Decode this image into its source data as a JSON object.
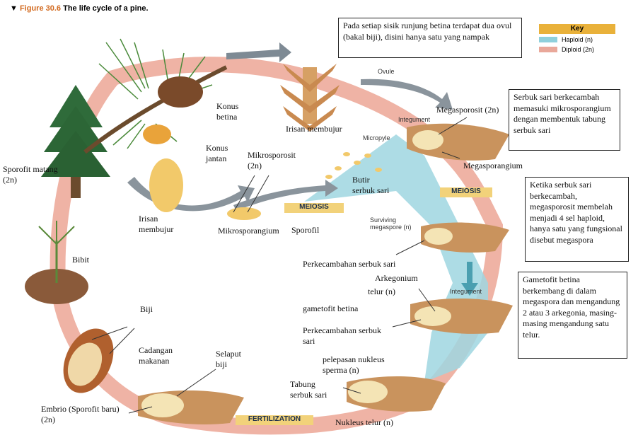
{
  "figure_title": {
    "number": "Figure 30.6",
    "text": "The life cycle of a pine."
  },
  "key": {
    "title": "Key",
    "haploid": "Haploid (n)",
    "diploid": "Diploid (2n)",
    "haploid_color": "#8fd0dc",
    "diploid_color": "#e9a89a"
  },
  "stages": {
    "meiosis_left": "MEIOSIS",
    "meiosis_right": "MEIOSIS",
    "fertilization": "FERTILIZATION"
  },
  "english_labels": {
    "ovule": "Ovule",
    "integument": "Integument",
    "micropyle": "Micropyle",
    "surviving_megaspore": "Surviving\nmegaspore (n)",
    "integument_2": "Integument"
  },
  "labels": {
    "konus_betina": "Konus\nbetina",
    "konus_jantan": "Konus\njantan",
    "irisan_membujur_top": "Irisan membujur",
    "irisan_membujur_left": "Irisan\nmembujur",
    "mikrosporosit": "Mikrosporosit\n(2n)",
    "mikrosporangium": "Mikrosporangium",
    "sporofil": "Sporofil",
    "butir_serbuk_sari": "Butir\nserbuk sari",
    "megasporosit": "Megasporosit (2n)",
    "megasporangium": "Megasporangium",
    "sporofit_matang": "Sporofit matang\n(2n)",
    "bibit": "Bibit",
    "biji": "Biji",
    "cadangan_makanan": "Cadangan\nmakanan",
    "selaput_biji": "Selaput\nbiji",
    "embrio": "Embrio (Sporofit baru)\n(2n)",
    "perkecambahan_1": "Perkecambahan serbuk sari",
    "arkegonium": "Arkegonium",
    "telur": "telur (n)",
    "gametofit_betina": "gametofit betina",
    "perkecambahan_2": "Perkecambahan serbuk\nsari",
    "pelepasan": "pelepasan nukleus\nsperma (n)",
    "tabung": "Tabung\nserbuk sari",
    "nukleus_telur": "Nukleus telur (n)"
  },
  "boxes": {
    "ovul_note": "Pada setiap sisik runjung betina terdapat dua ovul (bakal biji), disini hanya satu yang nampak",
    "serbuk_note": "Serbuk sari berkecambah memasuki mikrosporangium dengan membentuk tabung serbuk sari",
    "meiosis_note": "Ketika serbuk sari berkecambah, megasporosit membelah menjadi 4 sel haploid, hanya satu yang fungsional disebut megaspora",
    "gametofit_note": "Gametofit betina berkembang di dalam megaspora dan mengandung 2 atau 3 arkegonia, masing-masing mengandung satu telur."
  }
}
